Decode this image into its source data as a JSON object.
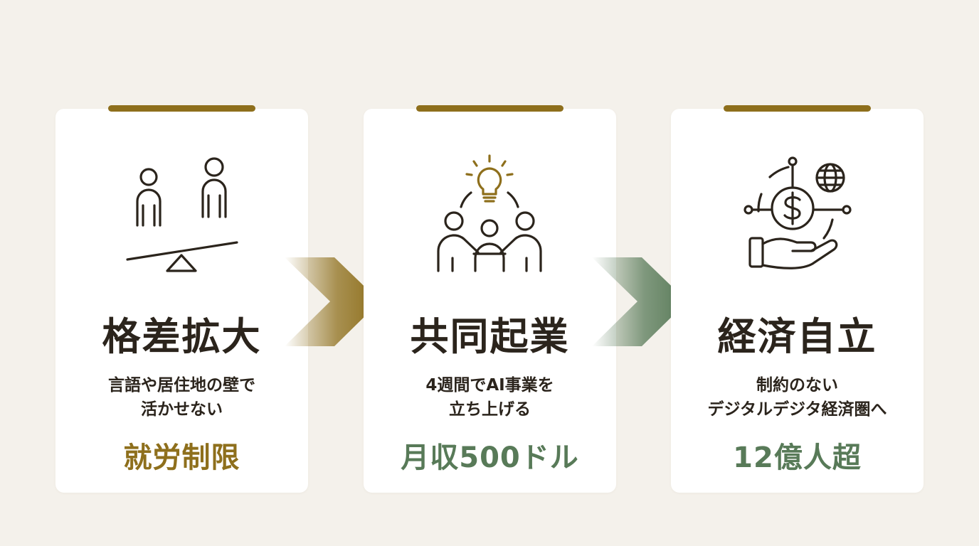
{
  "colors": {
    "background": "#f4f1eb",
    "card": "#ffffff",
    "gold": "#8e6f1c",
    "green": "#587a58",
    "ink": "#2b241c"
  },
  "cards": [
    {
      "icon": "seesaw-people-icon",
      "title": "格差拡大",
      "desc_lines": [
        "言語や居住地の壁で",
        "活かせない"
      ],
      "highlight": "就労制限",
      "accent": "#8e6f1c"
    },
    {
      "icon": "team-idea-icon",
      "title": "共同起業",
      "desc_lines": [
        "4週間でAI事業を",
        "立ち上げる"
      ],
      "highlight": "月収500ドル",
      "accent": "#587a58"
    },
    {
      "icon": "digital-economy-icon",
      "title": "経済自立",
      "desc_lines": [
        "制約のない",
        "デジタルデジタ経済圏へ"
      ],
      "highlight": "12億人超",
      "accent": "#587a58"
    }
  ],
  "arrows": [
    {
      "icon": "arrow-right-icon",
      "color": "#8e6f1c"
    },
    {
      "icon": "arrow-right-icon",
      "color": "#587a58"
    }
  ]
}
